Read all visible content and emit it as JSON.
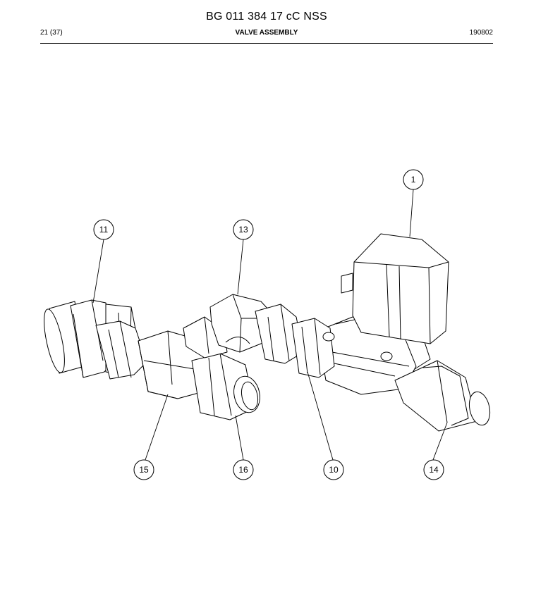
{
  "header": {
    "document_id": "BG 011 384 17 cC NSS",
    "page": "21 (37)",
    "section_title": "VALVE ASSEMBLY",
    "date": "190802"
  },
  "callouts": [
    "1",
    "11",
    "13",
    "15",
    "16",
    "10",
    "14"
  ]
}
